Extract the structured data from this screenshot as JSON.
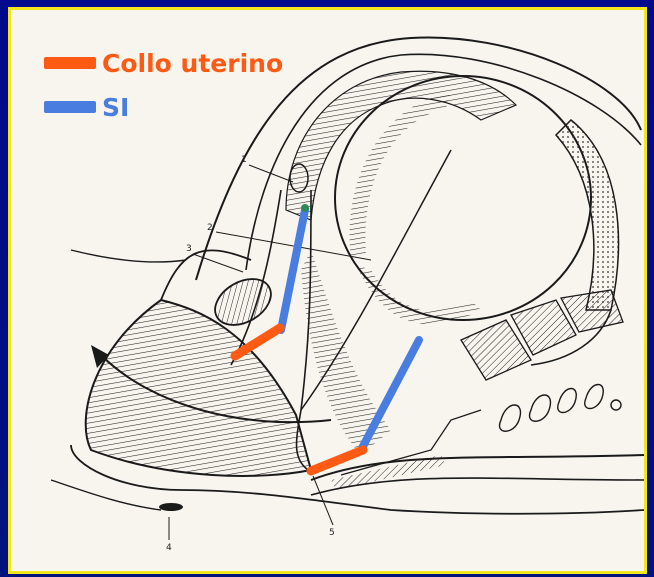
{
  "legend": [
    {
      "label": "Collo uterino",
      "color": "#ff5a14"
    },
    {
      "label": "SI",
      "color": "#4a7de0"
    }
  ],
  "anatomy_labels": [
    "1",
    "2",
    "3",
    "4",
    "5"
  ],
  "colors": {
    "background": "#00127e",
    "frame_border": "#f2e61c",
    "paper": "#f7f5ee",
    "ink": "#1a1a1a"
  }
}
